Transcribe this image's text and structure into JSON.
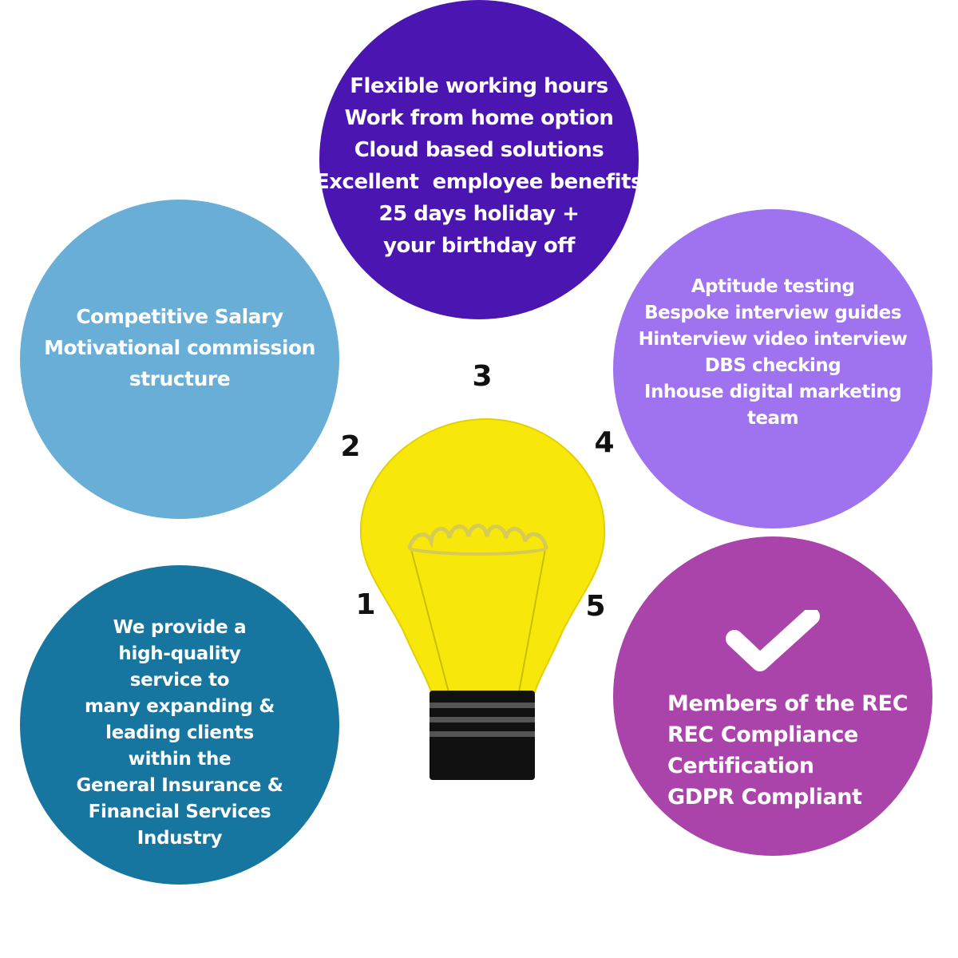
{
  "colors": {
    "circle_1": "#17769f",
    "circle_2": "#68aed6",
    "circle_3": "#4a15b1",
    "circle_4": "#9f72ef",
    "circle_5": "#ab44aa",
    "bulb_yellow": "#f8e70a",
    "bulb_base": "#111111"
  },
  "numbers": [
    "1",
    "2",
    "3",
    "4",
    "5"
  ],
  "circle_3": {
    "lines": [
      "Flexible working hours",
      "Work from home option",
      "Cloud based solutions",
      "Excellent  employee benefits",
      "25 days holiday +",
      "your birthday off"
    ]
  },
  "circle_2": {
    "lines": [
      "Competitive Salary",
      "Motivational commission",
      "structure"
    ]
  },
  "circle_4": {
    "lines": [
      "Aptitude testing",
      "Bespoke interview guides",
      "Hinterview video interview",
      "DBS checking",
      "Inhouse digital marketing",
      "team"
    ]
  },
  "circle_1": {
    "lines": [
      "We provide a",
      "high-quality",
      "service to",
      "many expanding &",
      "leading clients",
      "within the",
      "General Insurance &",
      "Financial Services",
      "Industry"
    ]
  },
  "circle_5": {
    "icon": "checkmark-icon",
    "lines": [
      "Members of the REC",
      "REC Compliance",
      "Certification",
      "GDPR Compliant"
    ]
  }
}
